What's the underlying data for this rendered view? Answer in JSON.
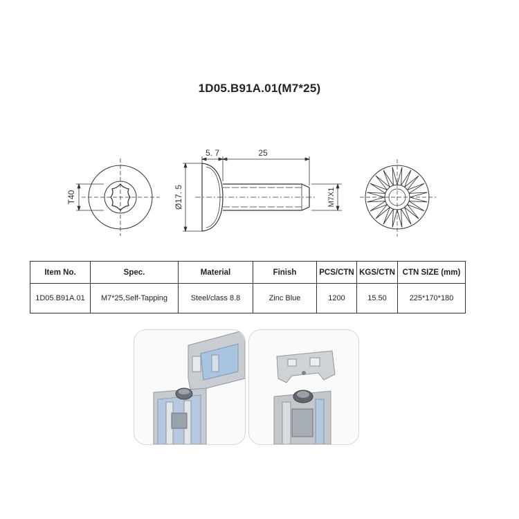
{
  "title": "1D05.B91A.01(M7*25)",
  "drawing": {
    "front_view_label": "T40",
    "head_height_label": "5. 7",
    "length_label": "25",
    "diameter_label": "Ø17. 5",
    "thread_label": "M7X1"
  },
  "table": {
    "headers": [
      "Item No.",
      "Spec.",
      "Material",
      "Finish",
      "PCS/CTN",
      "KGS/CTN",
      "CTN SIZE (mm)"
    ],
    "rows": [
      [
        "1D05.B91A.01",
        "M7*25,Self-Tapping",
        "Steel/class 8.8",
        "Zinc Blue",
        "1200",
        "15.50",
        "225*170*180"
      ]
    ]
  },
  "colors": {
    "line": "#333333",
    "profile_blue": "#a9c4de",
    "profile_grey": "#c7cbd0"
  }
}
